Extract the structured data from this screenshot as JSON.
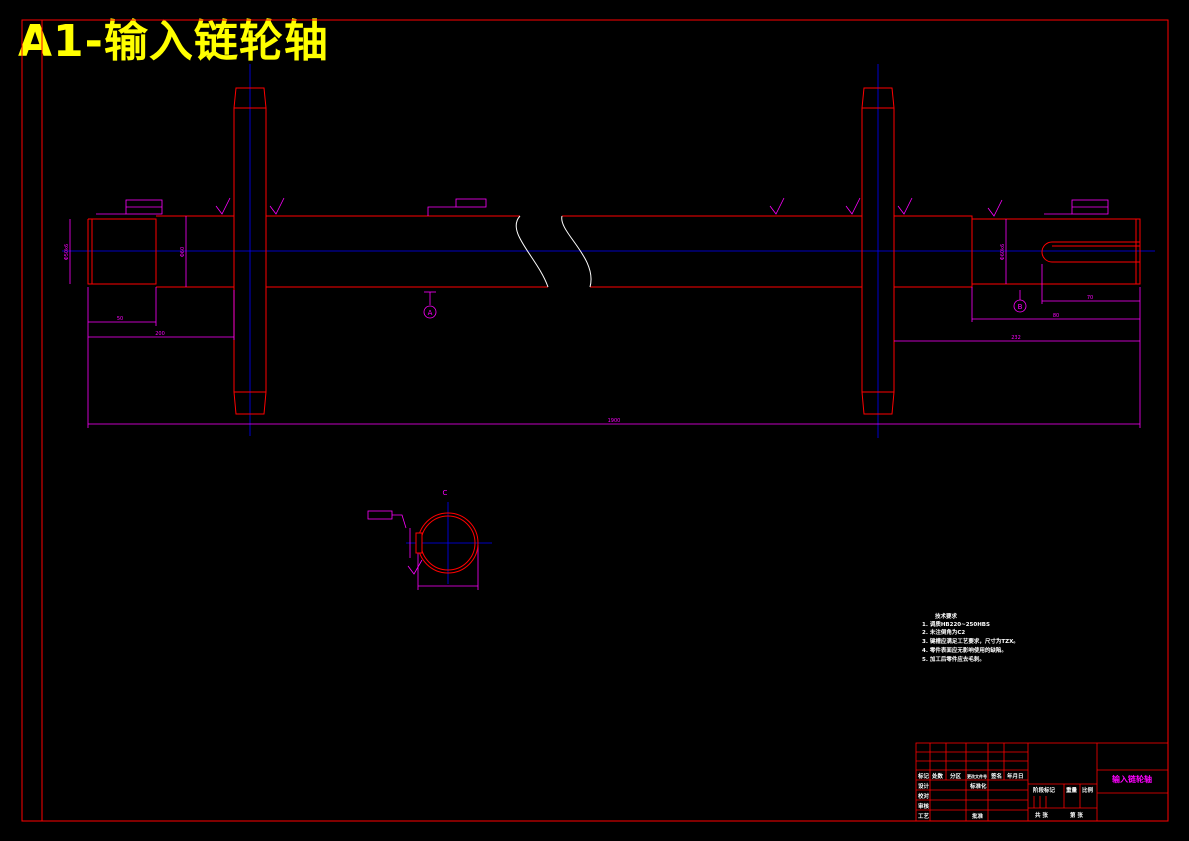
{
  "headline": "A1-输入链轮轴",
  "dimensions": {
    "overall_length": "1900",
    "left_segment": "200",
    "left_journal": "50",
    "right_segment": "232",
    "right_journal": "80",
    "right_keyway": "70",
    "left_dia": "Φ50k6",
    "left_dia2": "Φ60",
    "right_dia": "Φ60k6"
  },
  "section_labels": {
    "a": "A",
    "b": "B",
    "c": "C"
  },
  "technical_requirements": {
    "title": "技术要求",
    "items": [
      "1. 调质HB220~250HBS",
      "2. 未注倒角为C2",
      "3. 键槽应满足工艺要求，尺寸为TZX。",
      "4. 零件表面应无影响使用的缺陷。",
      "5. 加工后零件应去毛刺。"
    ]
  },
  "title_block": {
    "part_name": "输入链轮轴",
    "row_labels": [
      "标记",
      "设计",
      "校对",
      "审核",
      "工艺"
    ],
    "header_cells": [
      "处数",
      "分区",
      "更改文件号",
      "签名",
      "年月日"
    ],
    "standardization": "标准化",
    "approve": "批准",
    "stage_mark": "阶段标记",
    "weight": "重量",
    "scale": "比例",
    "sheets_total": "共 张",
    "sheet_no": "第 张"
  },
  "colors": {
    "border": "#ff0000",
    "outline": "#ff0000",
    "centerline": "#0000ff",
    "dimension": "#ff00ff",
    "headline": "#ffff00",
    "notes": "#ffffff"
  }
}
